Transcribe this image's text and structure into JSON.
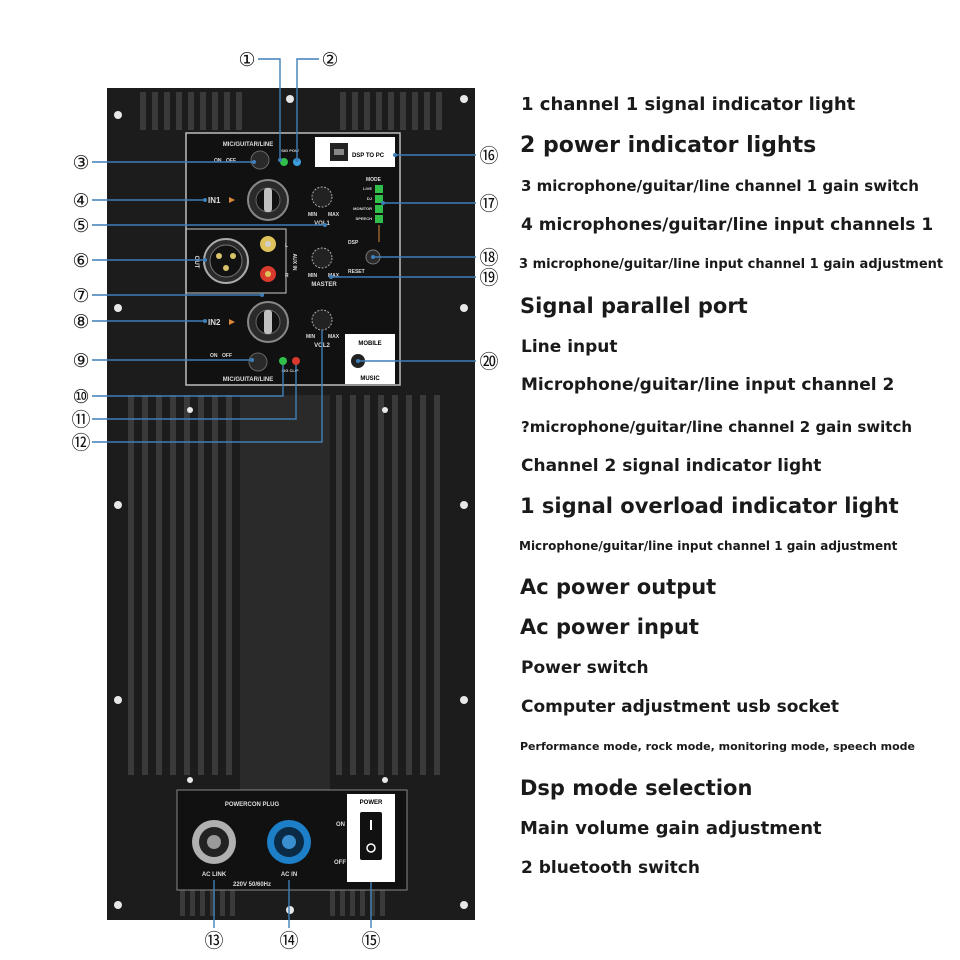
{
  "panel": {
    "labels": {
      "mic_guitar_line_top": "MIC/GUITAR/LINE",
      "mic_guitar_line_bottom": "MIC/GUITAR/LINE",
      "on": "ON",
      "off": "OFF",
      "sig_pow": "SIG POW",
      "in1": "IN1",
      "in2": "IN2",
      "out": "OUT",
      "aux_in": "AUX IN",
      "l": "L",
      "r": "R",
      "min": "MIN",
      "max": "MAX",
      "vol1": "VOL1",
      "vol2": "VOL2",
      "master": "MASTER",
      "dsp_to_pc": "DSP TO PC",
      "mode": "MODE",
      "live": "LIVE",
      "dj": "DJ",
      "monitor": "MONITOR",
      "speech": "SPEECH",
      "dsp": "DSP",
      "reset": "RESET",
      "mobile": "MOBILE",
      "music": "MUSIC",
      "sig_clip": "SIG CLIP",
      "powercon_plug": "POWERCON PLUG",
      "ac_link": "AC LINK",
      "ac_in": "AC IN",
      "voltage": "220V  50/60Hz",
      "power": "POWER",
      "power_on": "ON",
      "power_off": "OFF"
    }
  },
  "callouts": [
    "①",
    "②",
    "③",
    "④",
    "⑤",
    "⑥",
    "⑦",
    "⑧",
    "⑨",
    "⑩",
    "⑪",
    "⑫",
    "⑬",
    "⑭",
    "⑮",
    "⑯",
    "⑰",
    "⑱",
    "⑲",
    "⑳"
  ],
  "legend": [
    "1 channel 1 signal indicator light",
    "2 power indicator lights",
    "3 microphone/guitar/line channel 1 gain switch",
    "4 microphones/guitar/line input channels 1",
    "3 microphone/guitar/line input channel 1 gain adjustment",
    "Signal parallel port",
    "Line input",
    "Microphone/guitar/line input channel 2",
    "?microphone/guitar/line channel 2 gain switch",
    "Channel 2 signal indicator light",
    "1 signal overload indicator light",
    "Microphone/guitar/line input channel 1 gain adjustment",
    "Ac power output",
    "Ac power input",
    "Power switch",
    "Computer adjustment usb socket",
    "Performance mode, rock mode, monitoring mode, speech mode",
    "Dsp mode selection",
    "Main volume gain adjustment",
    "2 bluetooth switch"
  ],
  "colors": {
    "heatsink": "#1c1c1c",
    "fin": "#3a3a3a",
    "plate": "#111111",
    "callout_line": "#3d7fb8",
    "led_green": "#2fbf4a",
    "led_red": "#d83a2e",
    "led_blue": "#3aa0e0",
    "powercon_blue": "#1d7fc8"
  }
}
